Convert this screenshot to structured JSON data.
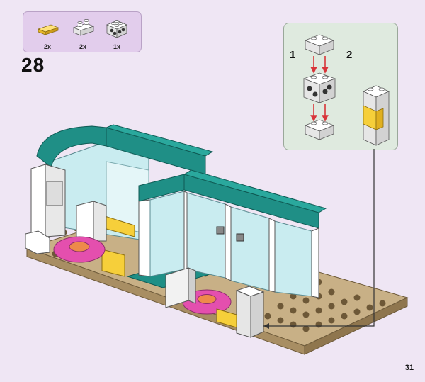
{
  "parts": [
    {
      "name": "yellow-tile-1x2",
      "qty": "2x",
      "color": "#f6cf3a"
    },
    {
      "name": "white-plate-1x2",
      "qty": "2x",
      "color": "#ffffff"
    },
    {
      "name": "white-brick-2x2-studs",
      "qty": "1x",
      "color": "#ffffff"
    }
  ],
  "step": "28",
  "substeps": {
    "first": "1",
    "second": "2"
  },
  "page_number": "31",
  "colors": {
    "background": "#efe6f4",
    "teal": "#1f8f86",
    "tan": "#c8b086",
    "magenta": "#e44fae",
    "yellow": "#f6cf3a",
    "glass": "#c9ecf0",
    "arrow": "#d8353a"
  }
}
